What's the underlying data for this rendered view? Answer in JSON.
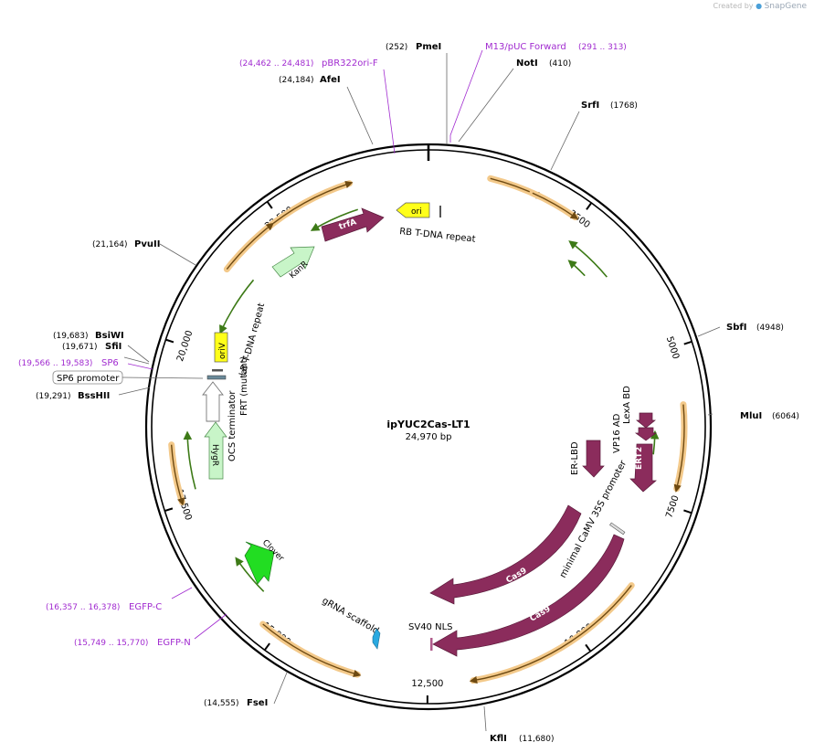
{
  "credit": {
    "prefix": "Created by",
    "brand": "SnapGene"
  },
  "plasmid": {
    "name": "ipYUC2Cas-LT1",
    "length_label": "24,970 bp"
  },
  "ticks": [
    "2500",
    "5000",
    "7500",
    "10,000",
    "12,500",
    "15,000",
    "17,500",
    "20,000",
    "22,500"
  ],
  "sites": [
    {
      "name": "PmeI",
      "pos": "(252)"
    },
    {
      "name": "NotI",
      "pos": "(410)"
    },
    {
      "name": "SrfI",
      "pos": "(1768)"
    },
    {
      "name": "SbfI",
      "pos": "(4948)"
    },
    {
      "name": "MluI",
      "pos": "(6064)"
    },
    {
      "name": "KflI",
      "pos": "(11,680)"
    },
    {
      "name": "FseI",
      "pos": "(14,555)"
    },
    {
      "name": "BssHII",
      "pos": "(19,291)"
    },
    {
      "name": "SfiI",
      "pos": "(19,671)"
    },
    {
      "name": "BsiWI",
      "pos": "(19,683)"
    },
    {
      "name": "PvuII",
      "pos": "(21,164)"
    },
    {
      "name": "AfeI",
      "pos": "(24,184)"
    }
  ],
  "primers": [
    {
      "name": "M13/pUC Forward",
      "pos": "(291 .. 313)"
    },
    {
      "name": "pBR322ori-F",
      "pos": "(24,462 .. 24,481)"
    },
    {
      "name": "SP6",
      "pos": "(19,566 .. 19,583)"
    },
    {
      "name": "EGFP-C",
      "pos": "(16,357 .. 16,378)"
    },
    {
      "name": "EGFP-N",
      "pos": "(15,749 .. 15,770)"
    }
  ],
  "features": {
    "ori": "ori",
    "trfA": "trfA",
    "KanR": "KanR",
    "oriV": "oriV",
    "HygR": "HygR",
    "Clover": "Clover",
    "Cas9_outer": "Cas9",
    "Cas9_inner": "Cas9",
    "ERT2": "ERT2",
    "ER_LBD": "ER-LBD",
    "LexA_BD": "LexA BD",
    "VP16_AD": "VP16 AD",
    "CaMV": "minimal CaMV 35S promoter",
    "RB": "RB T-DNA repeat",
    "LB": "LB T-DNA repeat",
    "FRT": "FRT (mutant)",
    "OCS": "OCS terminator",
    "gRNA": "gRNA scaffold",
    "SV40": "SV40 NLS",
    "SP6_promoter": "SP6 promoter"
  },
  "colors": {
    "orf_outline": "#f0c27a",
    "orf_arrow": "#6e4a12",
    "green_orf": "#4a8a1e",
    "cas9": "#8b2c5c",
    "kanr": "#c8f5c8",
    "ori": "#ffff1a",
    "primer": "#a12bd0",
    "clover": "#22dd22"
  }
}
